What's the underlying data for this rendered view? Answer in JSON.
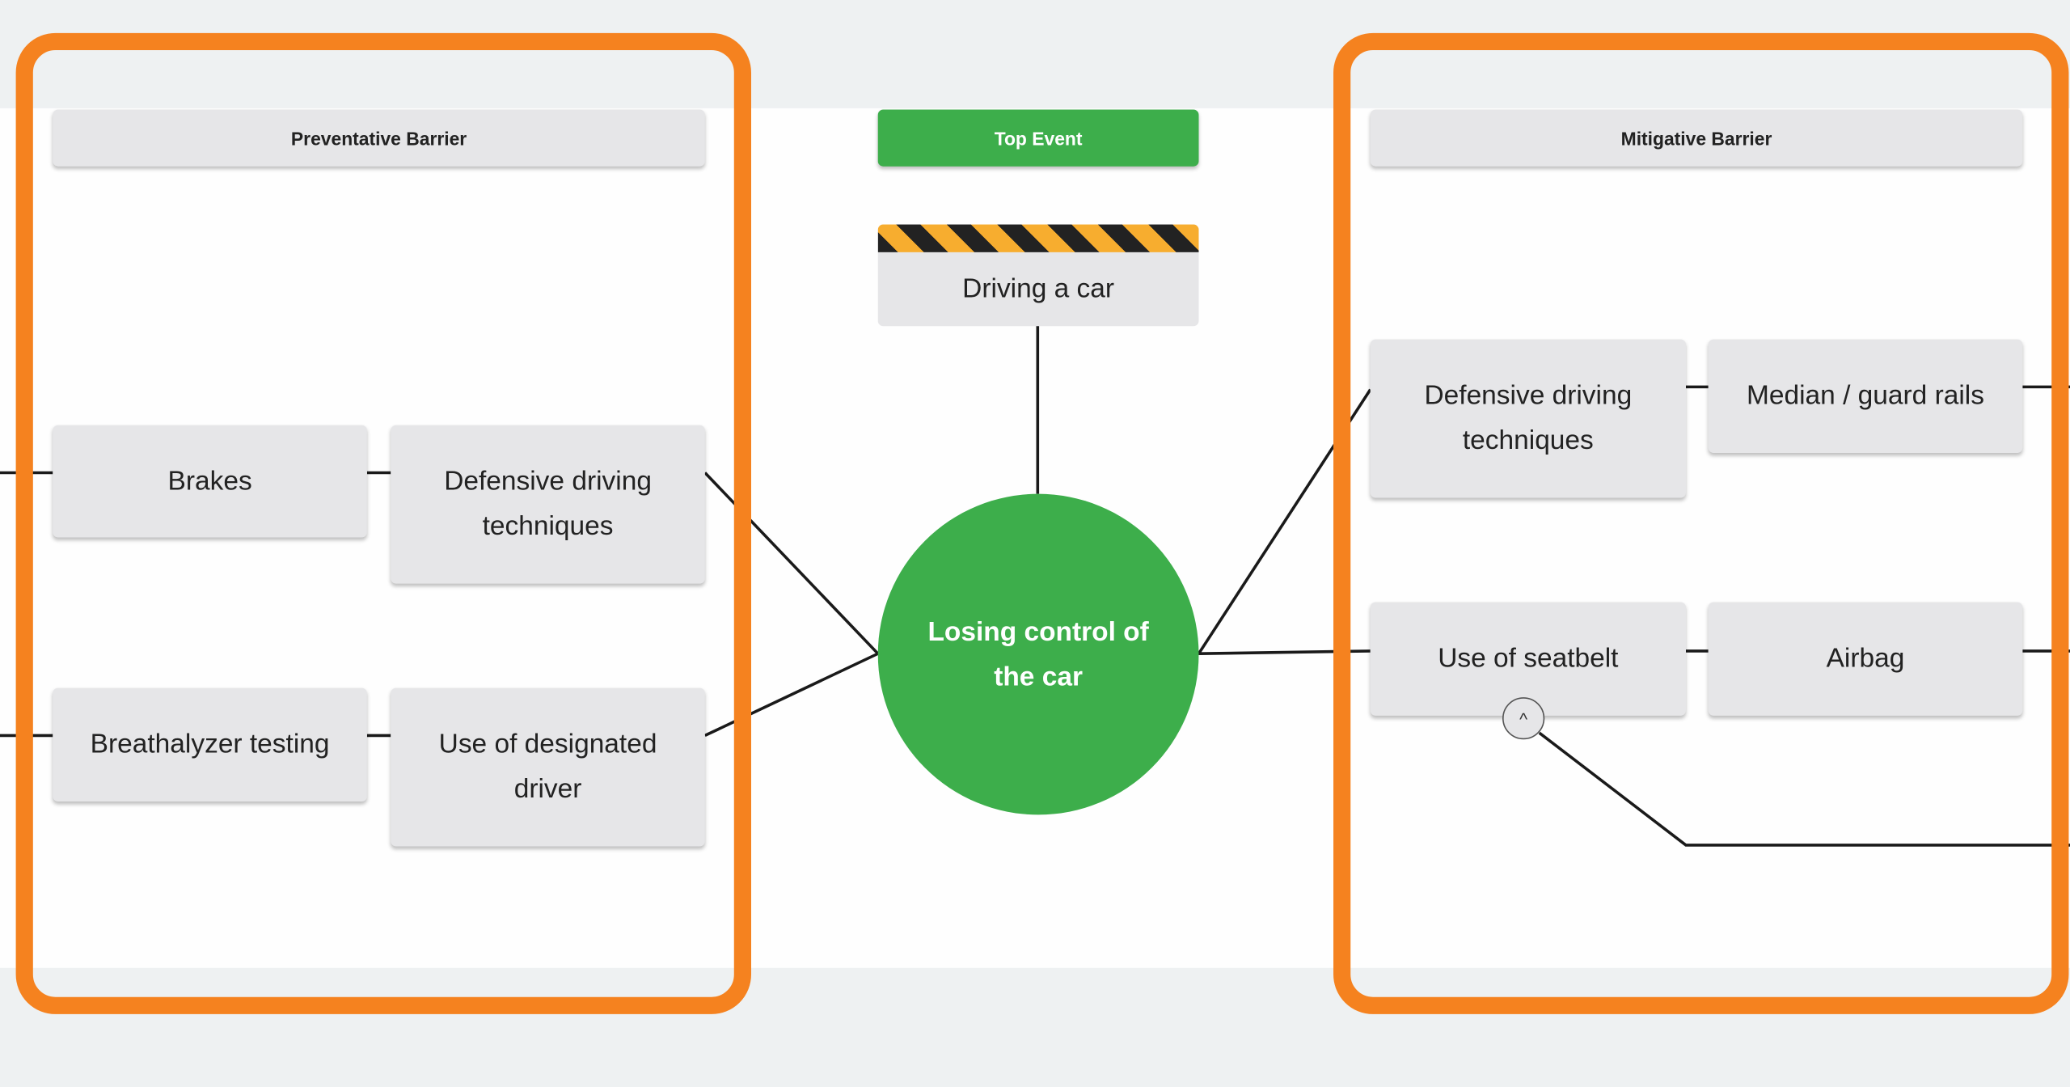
{
  "headers": {
    "preventative": "Preventative Barrier",
    "top_event": "Top Event",
    "mitigative": "Mitigative Barrier"
  },
  "hazard": {
    "label": "Driving a car"
  },
  "top_event": {
    "label": "Losing control of the car"
  },
  "preventative_barriers": [
    {
      "label": "Brakes"
    },
    {
      "label": "Defensive driving techniques"
    },
    {
      "label": "Breathalyzer testing"
    },
    {
      "label": "Use of designated driver"
    }
  ],
  "mitigative_barriers": [
    {
      "label": "Defensive driving techniques"
    },
    {
      "label": "Median / guard rails"
    },
    {
      "label": "Use of seatbelt"
    },
    {
      "label": "Airbag"
    }
  ],
  "toggle": {
    "glyph": "^"
  },
  "colors": {
    "green": "#3dae4b",
    "highlight": "#f5821f",
    "stripe": "#f7ad2f",
    "box": "#e6e6e8"
  }
}
